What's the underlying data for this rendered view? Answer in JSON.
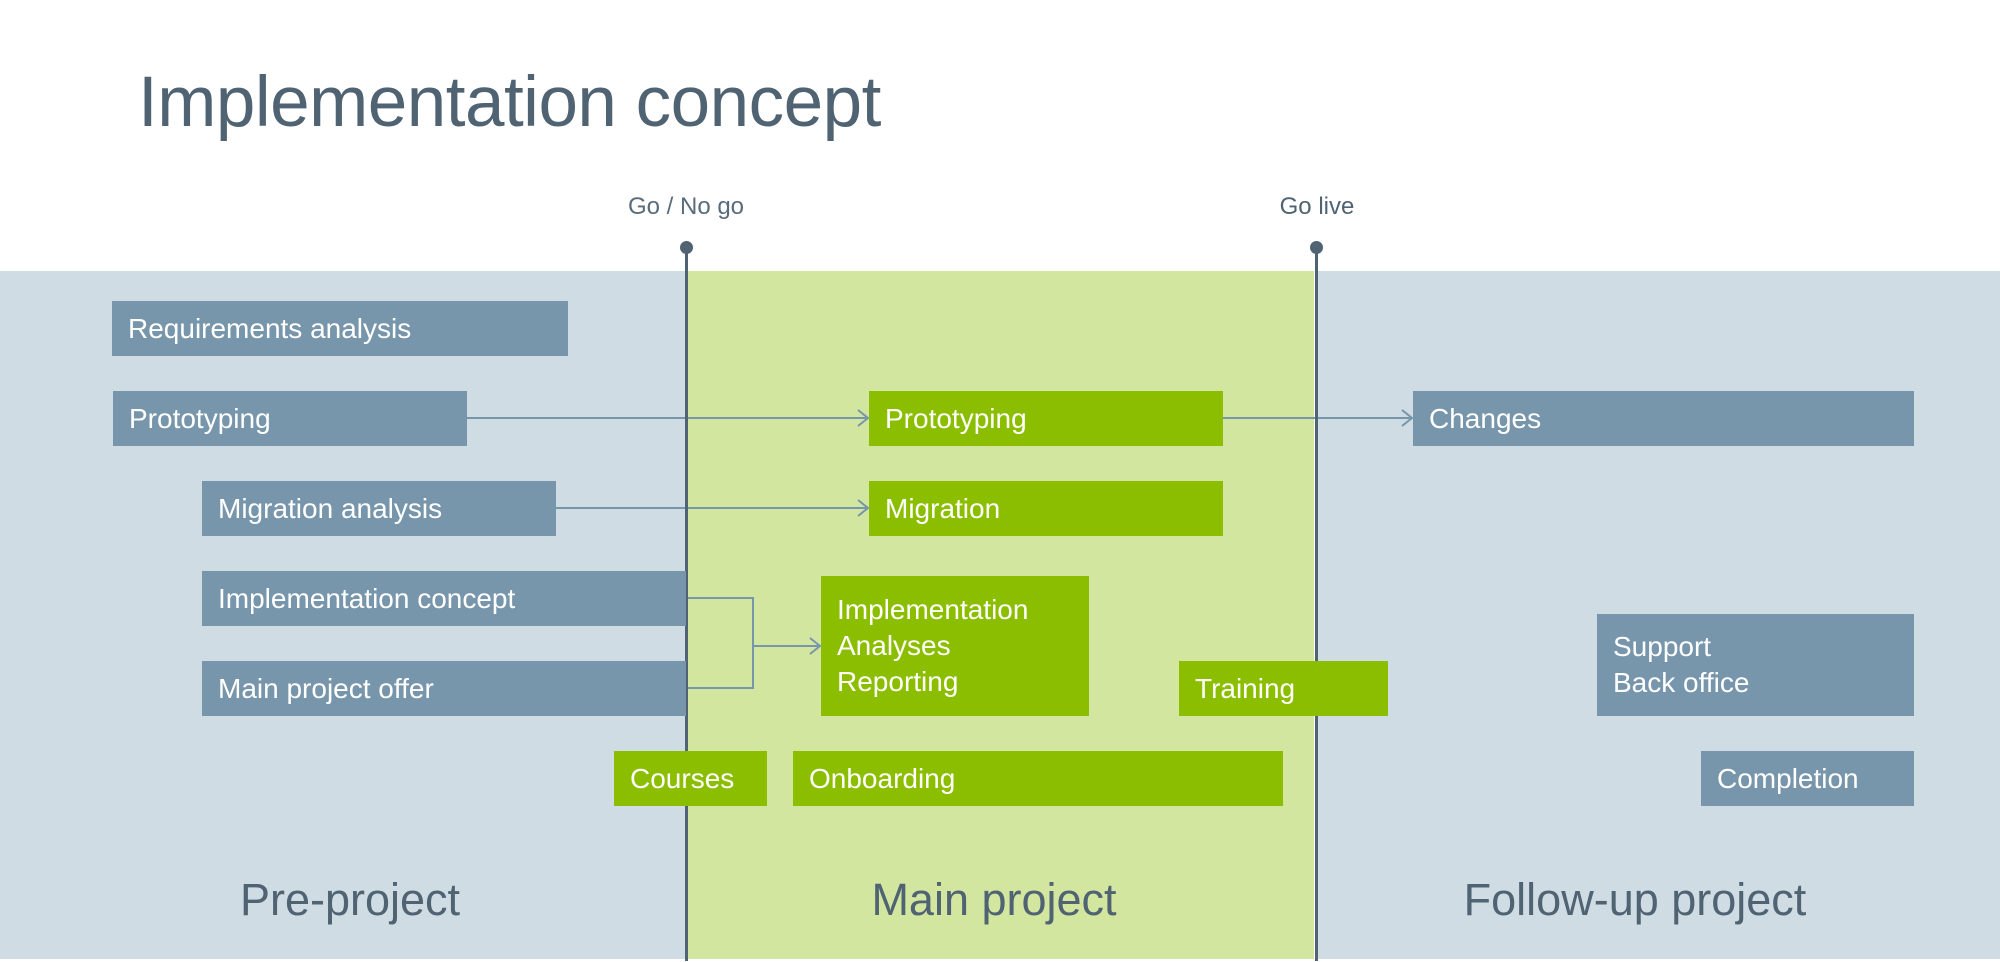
{
  "title": "Implementation concept",
  "colors": {
    "text_dark": "#506373",
    "band_gray": "#d0dce3",
    "band_green": "#d3e6a0",
    "box_gray": "#7796ab",
    "box_green": "#8cbe00",
    "milestone": "#4f6373",
    "connector": "#7796ab"
  },
  "milestones": [
    {
      "label": "Go / No go"
    },
    {
      "label": "Go live"
    }
  ],
  "phases": [
    {
      "label": "Pre-project"
    },
    {
      "label": "Main project"
    },
    {
      "label": "Follow-up project"
    }
  ],
  "tasks": {
    "requirements_analysis": {
      "lines": [
        "Requirements analysis"
      ],
      "phase": "Pre-project"
    },
    "prototyping_pre": {
      "lines": [
        "Prototyping"
      ],
      "phase": "Pre-project"
    },
    "migration_analysis": {
      "lines": [
        "Migration analysis"
      ],
      "phase": "Pre-project"
    },
    "implementation_concept": {
      "lines": [
        "Implementation concept"
      ],
      "phase": "Pre-project"
    },
    "main_project_offer": {
      "lines": [
        "Main project offer"
      ],
      "phase": "Pre-project"
    },
    "prototyping_main": {
      "lines": [
        "Prototyping"
      ],
      "phase": "Main project"
    },
    "migration": {
      "lines": [
        "Migration"
      ],
      "phase": "Main project"
    },
    "implementation_block": {
      "lines": [
        "Implementation",
        "Analyses",
        "Reporting"
      ],
      "phase": "Main project"
    },
    "training": {
      "lines": [
        "Training"
      ],
      "phase": "Main project"
    },
    "courses": {
      "lines": [
        "Courses"
      ],
      "phase": "Main project"
    },
    "onboarding": {
      "lines": [
        "Onboarding"
      ],
      "phase": "Main project"
    },
    "changes": {
      "lines": [
        "Changes"
      ],
      "phase": "Follow-up project"
    },
    "support_block": {
      "lines": [
        "Support",
        "Back office"
      ],
      "phase": "Follow-up project"
    },
    "completion": {
      "lines": [
        "Completion"
      ],
      "phase": "Follow-up project"
    }
  },
  "connections": [
    {
      "from": "prototyping_pre",
      "to": "prototyping_main"
    },
    {
      "from": "prototyping_main",
      "to": "changes"
    },
    {
      "from": "migration_analysis",
      "to": "migration"
    },
    {
      "from": [
        "implementation_concept",
        "main_project_offer"
      ],
      "to": "implementation_block"
    }
  ]
}
